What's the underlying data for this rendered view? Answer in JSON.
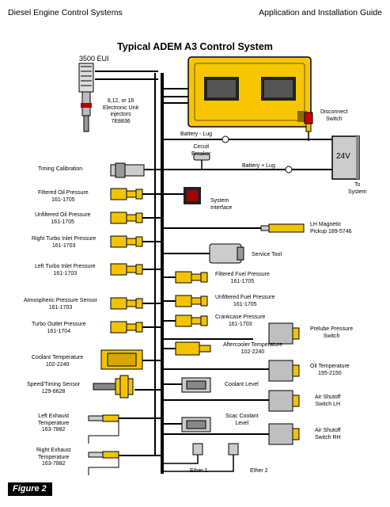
{
  "header": {
    "left": "Diesel Engine Control Systems",
    "right": "Application and Installation Guide"
  },
  "title": "Typical ADEM A3 Control System",
  "figure": "Figure 2",
  "labels": {
    "eui": "3500 EUI",
    "injectors": "8,12, or 16\nElectronic Unit\ninjectors\n7E8836",
    "disconnect": "Disconnect\nSwitch",
    "battery_lug": "Battery - Lug",
    "breaker": "Circuit\nBreaker",
    "battery_plus": "Battery + Lug",
    "voltage": "24V",
    "to_system": "To\nSystem",
    "timing_cal": "Timing Calibration",
    "filtered_oil": "Filtered Oil Pressure\n161-1705",
    "unfiltered_oil": "Unfiltered Oil Pressure\n161-1705",
    "system_interface": "System\nInterface",
    "lh_pickup": "LH Magnetic\nPickup 189-5746",
    "right_turbo": "Right Turbo Inlet Pressure\n161-1703",
    "service_tool": "Service Tool",
    "left_turbo": "Left Turbo Inlet Pressure\n161-1703",
    "filtered_fuel": "Filtered Fuel Pressure\n161-1705",
    "atmospheric": "Atmospheric Pressure Sensor\n161-1703",
    "unfiltered_fuel": "Unfiltered Fuel Pressure\n161-1705",
    "turbo_outlet": "Turbo Outlet Pressure\n161-1704",
    "crankcase": "Crankcase Pressure\n161-1703",
    "prelube": "Prelube Pressure\nSwitch",
    "aftercooler": "Aftercooler Temperature\n102-2240",
    "coolant_temp": "Coolant Temperature\n102-2240",
    "oil_temp": "Oil Temperature\n195-2150",
    "speed_timing": "Speed/Timing Sensor\n129-6628",
    "coolant_level": "Coolant Level",
    "air_shutoff_lh": "Air Shutoff\nSwitch LH",
    "left_exhaust": "Left Exhaust\nTemperature\n163-7882",
    "scac": "Scac Coolant\nLevel",
    "air_shutoff_rh": "Air Shutoff\nSwitch RH",
    "right_exhaust": "Right Exhaust\nTemperature\n163-7882",
    "ether1": "Ether 1",
    "ether2": "Ether 2"
  },
  "colors": {
    "sensor": "#f2c400",
    "ecm": "#f7c600",
    "wire": "#000000",
    "connector": "#bfbfbf",
    "battery": "#cccccc"
  }
}
